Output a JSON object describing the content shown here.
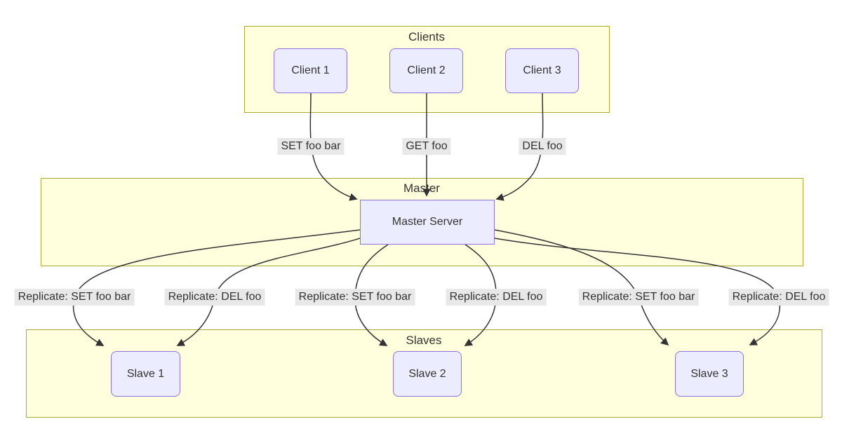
{
  "diagram": {
    "title_hint": "Master-slave replication flow diagram",
    "clusters": {
      "clients": {
        "label": "Clients"
      },
      "master": {
        "label": "Master"
      },
      "slaves": {
        "label": "Slaves"
      }
    },
    "nodes": {
      "client1": {
        "label": "Client 1"
      },
      "client2": {
        "label": "Client 2"
      },
      "client3": {
        "label": "Client 3"
      },
      "master_server": {
        "label": "Master Server"
      },
      "slave1": {
        "label": "Slave 1"
      },
      "slave2": {
        "label": "Slave 2"
      },
      "slave3": {
        "label": "Slave 3"
      }
    },
    "edge_labels": {
      "client1_to_master": "SET foo bar",
      "client2_to_master": "GET foo",
      "client3_to_master": "DEL foo",
      "master_to_slave1_set": "Replicate: SET foo bar",
      "master_to_slave1_del": "Replicate: DEL foo",
      "master_to_slave2_set": "Replicate: SET foo bar",
      "master_to_slave2_del": "Replicate: DEL foo",
      "master_to_slave3_set": "Replicate: SET foo bar",
      "master_to_slave3_del": "Replicate: DEL foo"
    },
    "colors": {
      "cluster_fill": "#ffffde",
      "cluster_border": "#aaaa33",
      "node_fill": "#ececff",
      "node_border": "#9370db",
      "edge_color": "#333333",
      "edge_label_bg": "#e8e8e8",
      "text_color": "#333333",
      "background": "#ffffff"
    }
  }
}
